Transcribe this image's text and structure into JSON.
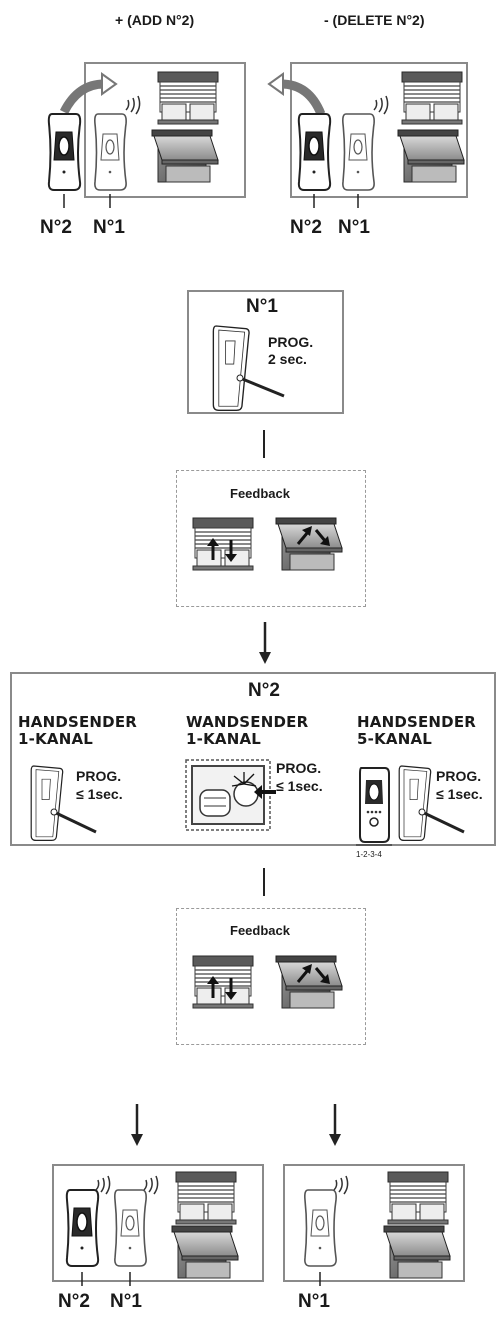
{
  "top": {
    "add_label": "+ (ADD N°2)",
    "delete_label": "- (DELETE N°2)",
    "left_remote_a": "N°2",
    "left_remote_b": "N°1",
    "right_remote_a": "N°2",
    "right_remote_b": "N°1"
  },
  "step1": {
    "title": "N°1",
    "prog": "PROG.",
    "duration": "2 sec."
  },
  "feedback1": {
    "label": "Feedback"
  },
  "step2": {
    "title": "N°2",
    "col1_title_1": "HANDSENDER",
    "col1_title_2": "1-KANAL",
    "col1_prog": "PROG.",
    "col1_duration": "≤ 1sec.",
    "col2_title_1": "WANDSENDER",
    "col2_title_2": "1-KANAL",
    "col2_prog": "PROG.",
    "col2_duration": "≤ 1sec.",
    "col3_title_1": "HANDSENDER",
    "col3_title_2": "5-KANAL",
    "col3_prog": "PROG.",
    "col3_duration": "≤ 1sec.",
    "col3_channels": "1-2-3-4"
  },
  "feedback2": {
    "label": "Feedback"
  },
  "result": {
    "left_remote_a": "N°2",
    "left_remote_b": "N°1",
    "right_remote": "N°1"
  }
}
